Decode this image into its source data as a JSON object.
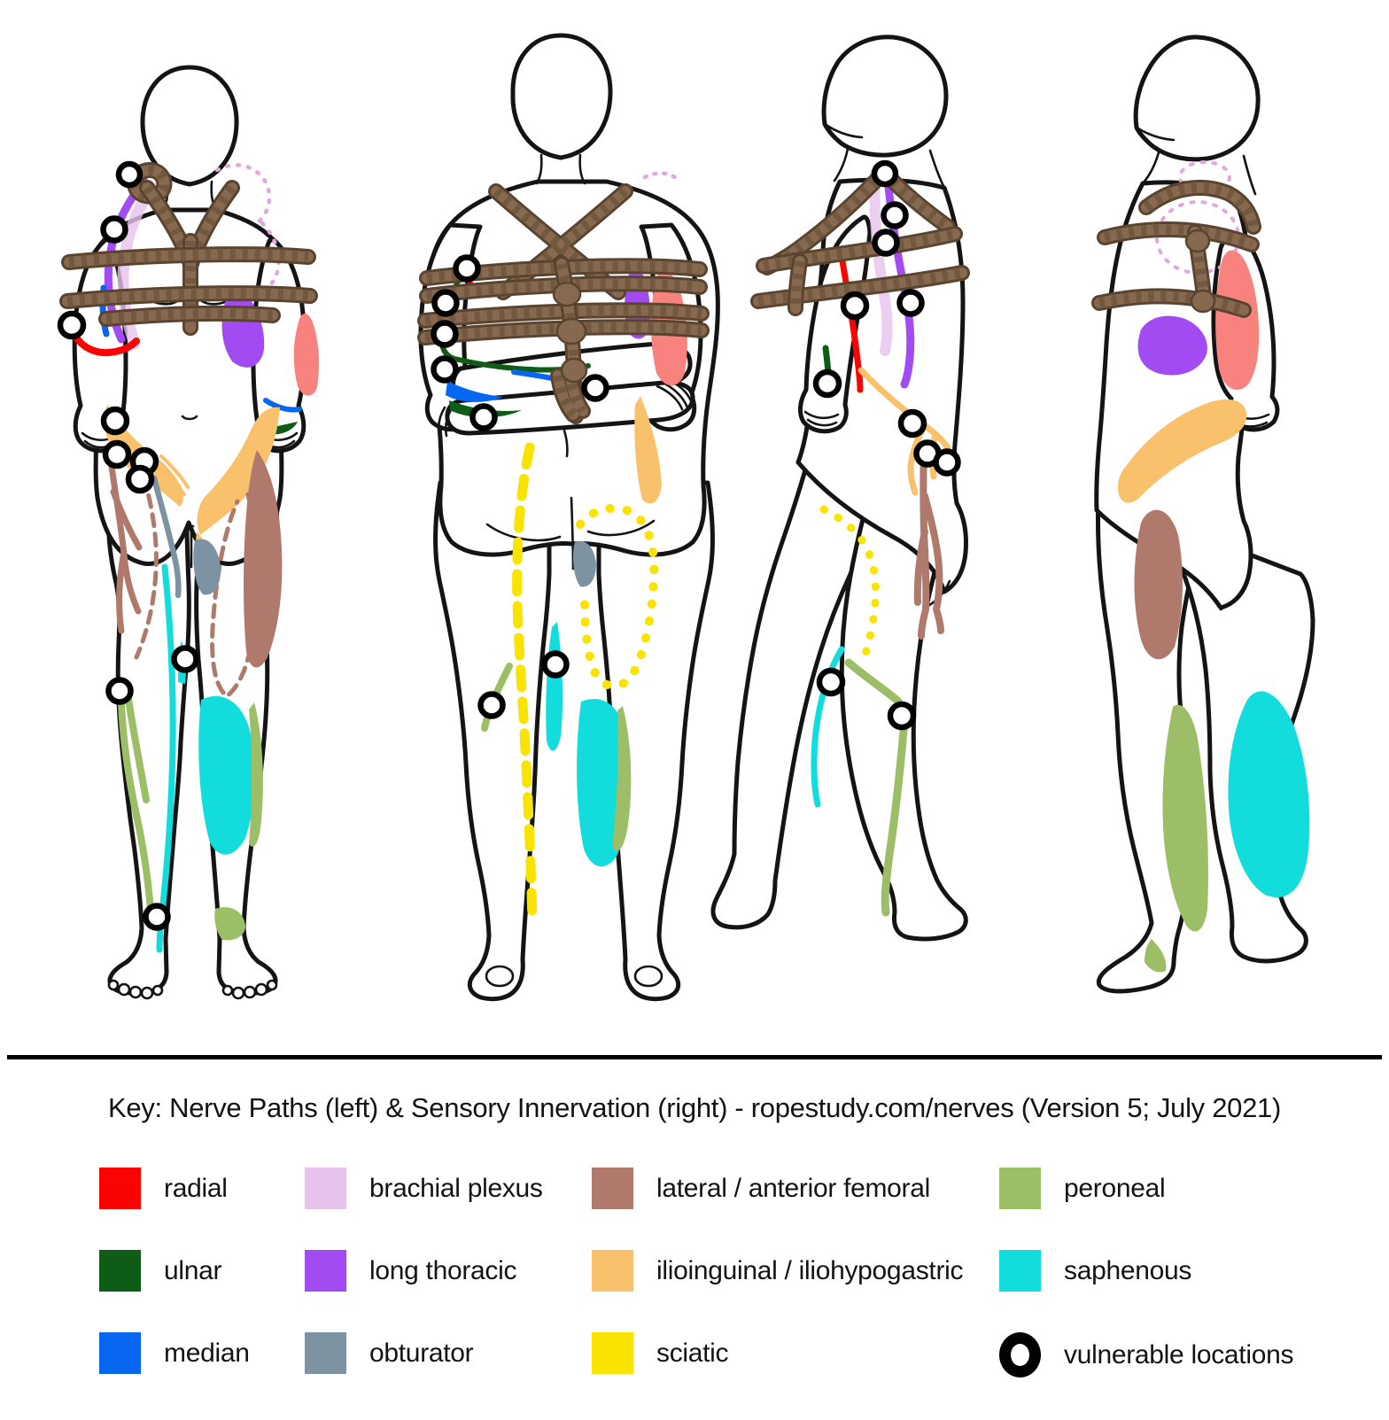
{
  "key": {
    "title": "Key: Nerve Paths (left) & Sensory Innervation (right) - ropestudy.com/nerves (Version 5; July 2021)"
  },
  "colors": {
    "radial": "#fb0300",
    "ulnar": "#0f5c17",
    "median": "#0767f0",
    "brachial_plexus": "#e6c2ec",
    "brachial_plexus_dashed": "#dfa8df",
    "long_thoracic": "#a34bf2",
    "obturator": "#7d93a2",
    "lateral_anterior_femoral": "#af7a6c",
    "ilioinguinal_iliohypogastric": "#fac16c",
    "sciatic": "#f9e300",
    "peroneal": "#9cbe67",
    "saphenous": "#12dcdc",
    "radial_sensory": "#f8827e",
    "vulnerable": "#000000",
    "rope": "#87694f",
    "rope_shadow": "#5a442f",
    "outline": "#141414"
  },
  "legend": {
    "items": [
      {
        "label": "radial",
        "color": "#fb0300",
        "icon": "swatch"
      },
      {
        "label": "ulnar",
        "color": "#0f5c17",
        "icon": "swatch"
      },
      {
        "label": "median",
        "color": "#0767f0",
        "icon": "swatch"
      },
      {
        "label": "brachial plexus",
        "color": "#e6c2ec",
        "icon": "swatch"
      },
      {
        "label": "long thoracic",
        "color": "#a34bf2",
        "icon": "swatch"
      },
      {
        "label": "obturator",
        "color": "#7d93a2",
        "icon": "swatch"
      },
      {
        "label": "lateral / anterior femoral",
        "color": "#af7a6c",
        "icon": "swatch"
      },
      {
        "label": "ilioinguinal / iliohypogastric",
        "color": "#fac16c",
        "icon": "swatch"
      },
      {
        "label": "sciatic",
        "color": "#f9e300",
        "icon": "swatch"
      },
      {
        "label": "peroneal",
        "color": "#9cbe67",
        "icon": "swatch"
      },
      {
        "label": "saphenous",
        "color": "#12dcdc",
        "icon": "swatch"
      },
      {
        "label": "vulnerable locations",
        "color": "#000000",
        "icon": "ring"
      }
    ]
  }
}
